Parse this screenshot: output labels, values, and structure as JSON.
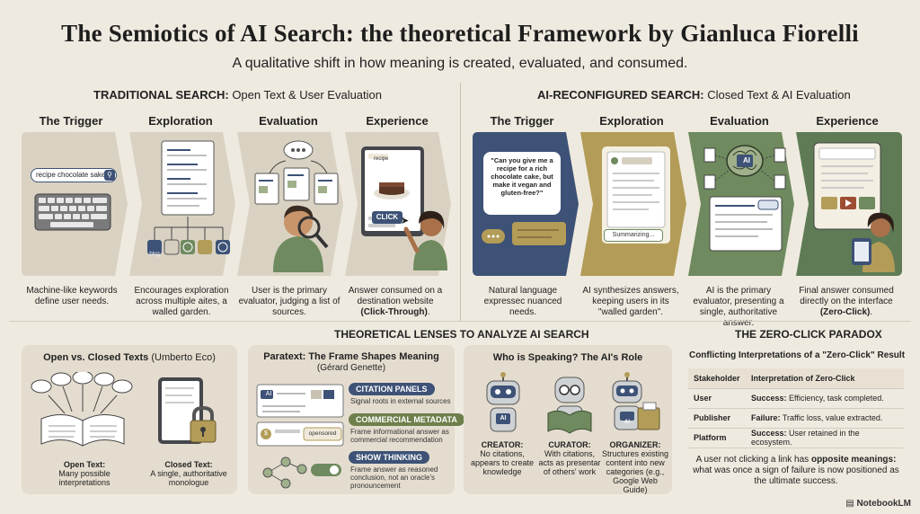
{
  "header": {
    "title": "The Semiotics of AI Search: the theoretical Framework by Gianluca Fiorelli",
    "subtitle": "A qualitative shift in how meaning is created, evaluated, and consumed."
  },
  "traditional": {
    "heading_bold": "TRADITIONAL SEARCH:",
    "heading_rest": " Open Text & User Evaluation",
    "columns": [
      {
        "title": "The Trigger",
        "desc": "Machine-like keywords define user needs."
      },
      {
        "title": "Exploration",
        "desc": "Encourages exploration across multiple aites, a walled garden."
      },
      {
        "title": "Evaluation",
        "desc": "User is the primary evaluator, judging a list of sources."
      },
      {
        "title": "Experience",
        "desc_pre": "Answer consumed on a destination website ",
        "desc_bold": "(Click-Through)",
        "desc_post": "."
      }
    ],
    "search_text": "recipe chocolate sake",
    "icon_labels": [
      "blog"
    ],
    "recipe_label": "recipe",
    "click_label": "CLICK"
  },
  "ai": {
    "heading_bold": "AI-RECONFIGURED SEARCH:",
    "heading_rest": " Closed Text & AI Evaluation",
    "columns": [
      {
        "title": "The Trigger",
        "desc": "Natural language expressec nuanced needs."
      },
      {
        "title": "Exploration",
        "desc": "AI synthesizes answers, keeping users in its \"walled garden\"."
      },
      {
        "title": "Evaluation",
        "desc": "AI is the primary evaluator, presenting a single, authoritative answer."
      },
      {
        "title": "Experience",
        "desc_pre": "Final answer consumed directly on the interface ",
        "desc_bold": "(Zero-Click)",
        "desc_post": "."
      }
    ],
    "query": "\"Can you give me a recipe for a rich chocolate cake, but make it vegan and gluten-free?\"",
    "summarizing": "Summarizing...",
    "ai_badge": "AI"
  },
  "lenses": {
    "heading": "THEORETICAL LENSES TO ANALYZE AI SEARCH",
    "eco": {
      "title_bold": "Open vs. Closed Texts",
      "title_rest": " (Umberto Eco)",
      "open_label": "Open Text:",
      "open_desc": "Many possible interpretations",
      "closed_label": "Closed Text:",
      "closed_desc": "A single, authoritative monologue"
    },
    "paratext": {
      "title": "Paratext: The Frame Shapes Meaning",
      "subtitle": "(Gérard Genette)",
      "items": [
        {
          "label": "CITATION PANELS",
          "note": "Signal roots in external sources",
          "color": "#3d5276"
        },
        {
          "label": "COMMERCIAL METADATA",
          "note": "Frame informational answer as commercial recommendation",
          "color": "#6e7f4c"
        },
        {
          "label": "SHOW THINKING",
          "note": "Frame answer as reasoned conclusion, not an oracle's pronouncement",
          "color": "#3d5276"
        }
      ],
      "sponsored_tag": "opensored",
      "ai_tag": "AI",
      "dollar": "$"
    },
    "speaking": {
      "title": "Who is Speaking? The AI's Role",
      "roles": [
        {
          "name": "CREATOR:",
          "desc": "No citations, appears to create knowledge"
        },
        {
          "name": "CURATOR:",
          "desc": "With citations, acts as presentar of others' work"
        },
        {
          "name": "ORGANIZER:",
          "desc": "Structures existing content into new categories (e.g., Google Web Guide)"
        }
      ],
      "badge": "AI"
    }
  },
  "paradox": {
    "heading": "THE ZERO-CLICK PARADOX",
    "subtitle": "Conflicting Interpretations of a \"Zero-Click\" Result",
    "headers": [
      "Stakeholder",
      "Interpretation of Zero-Click"
    ],
    "rows": [
      {
        "stakeholder": "User",
        "verdict": "Success:",
        "detail": " Efficiency, task completed."
      },
      {
        "stakeholder": "Publisher",
        "verdict": "Failure:",
        "detail": " Traffic loss, value extracted."
      },
      {
        "stakeholder": "Platform",
        "verdict": "Success:",
        "detail": " User retained in the ecosystem."
      }
    ],
    "note_pre": "A user not clicking a link has ",
    "note_bold": "opposite meanings:",
    "note_post": " what was once a sign of failure is now positioned as the ultimate success."
  },
  "brand": "NotebookLM",
  "colors": {
    "trad_card": "#d9d2c3",
    "ai_blue": "#3d5276",
    "ai_gold": "#b39c57",
    "ai_green_light": "#6e8a5e",
    "ai_green": "#5e7b56"
  }
}
